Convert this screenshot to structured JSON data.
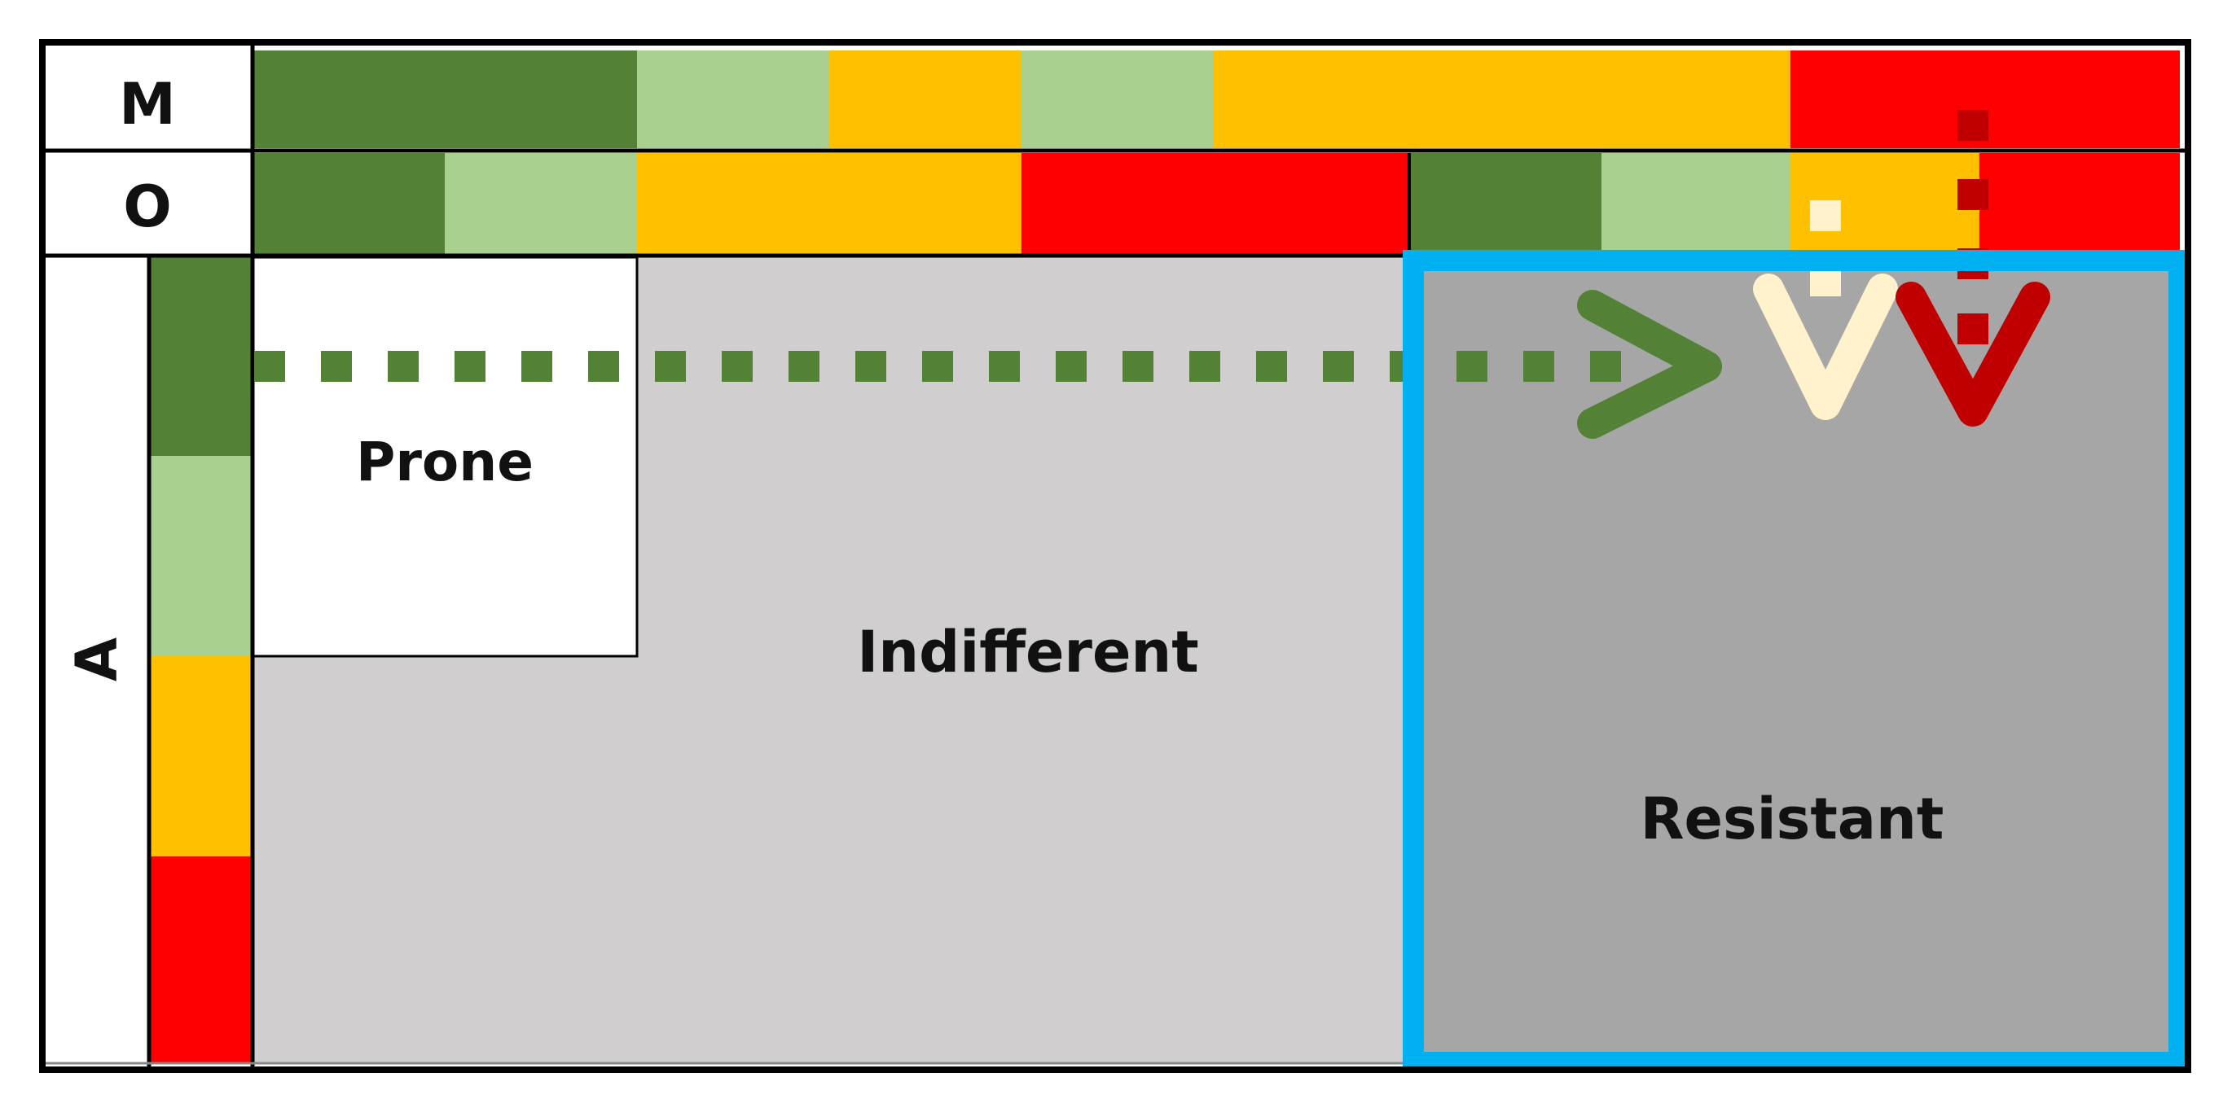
{
  "rows": {
    "m_label": "M",
    "o_label": "O",
    "a_label": "A"
  },
  "regions": {
    "prone": "Prone",
    "indifferent": "Indifferent",
    "resistant": "Resistant"
  },
  "colors": {
    "dark_green": "#538135",
    "light_green": "#A9D08E",
    "amber": "#FFC000",
    "red": "#FF0000",
    "dark_red": "#C00000",
    "cream": "#FFF2CC",
    "light_gray": "#D0CECE",
    "dark_gray": "#A6A6A6",
    "blue_outline": "#00B0F0",
    "border": "#000000"
  },
  "m_segments": [
    "dark-green",
    "dark-green",
    "light-green",
    "amber",
    "light-green",
    "amber",
    "amber",
    "amber",
    "red",
    "red"
  ],
  "o_segments": [
    "dark-green",
    "light-green",
    "amber",
    "amber",
    "red",
    "red",
    "dark-green",
    "light-green",
    "amber",
    "red"
  ],
  "a_segments": [
    "dark-green",
    "light-green",
    "amber",
    "red"
  ],
  "arrows": [
    {
      "name": "a-arrow",
      "color": "dark-green",
      "direction": "right",
      "style": "dotted"
    },
    {
      "name": "o-arrow",
      "color": "cream",
      "direction": "down",
      "style": "dotted"
    },
    {
      "name": "m-arrow",
      "color": "dark-red",
      "direction": "down",
      "style": "dotted"
    }
  ]
}
